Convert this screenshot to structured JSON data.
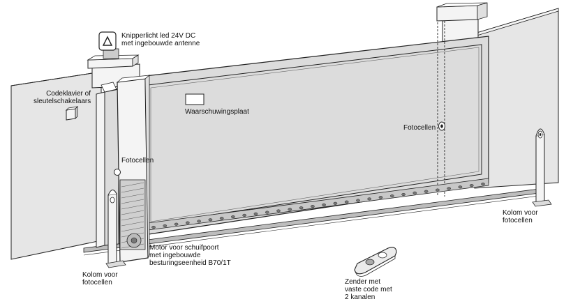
{
  "colors": {
    "wall_fill": "#e6e6e6",
    "gate_fill": "#dcdcdc",
    "post_fill": "#f4f4f4",
    "line": "#222222",
    "white": "#ffffff"
  },
  "labels": {
    "flashing_light": {
      "line1": "Knipperlicht led 24V DC",
      "line2": "met ingebouwde antenne"
    },
    "keypad": {
      "line1": "Codeklavier of",
      "line2": "sleutelschakelaars"
    },
    "warning_plate": {
      "text": "Waarschuwingsplaat"
    },
    "photocells_right": {
      "text": "Fotocellen"
    },
    "photocells_left": {
      "text": "Fotocellen"
    },
    "motor": {
      "line1": "Motor voor schuifpoort",
      "line2": "met ingebouwde",
      "line3": "besturingseenheid B70/1T"
    },
    "column_left": {
      "line1": "Kolom voor",
      "line2": "fotocellen"
    },
    "column_right": {
      "line1": "Kolom voor",
      "line2": "fotocellen"
    },
    "transmitter": {
      "line1": "Zender met",
      "line2": "vaste code met",
      "line3": "2 kanalen"
    }
  }
}
